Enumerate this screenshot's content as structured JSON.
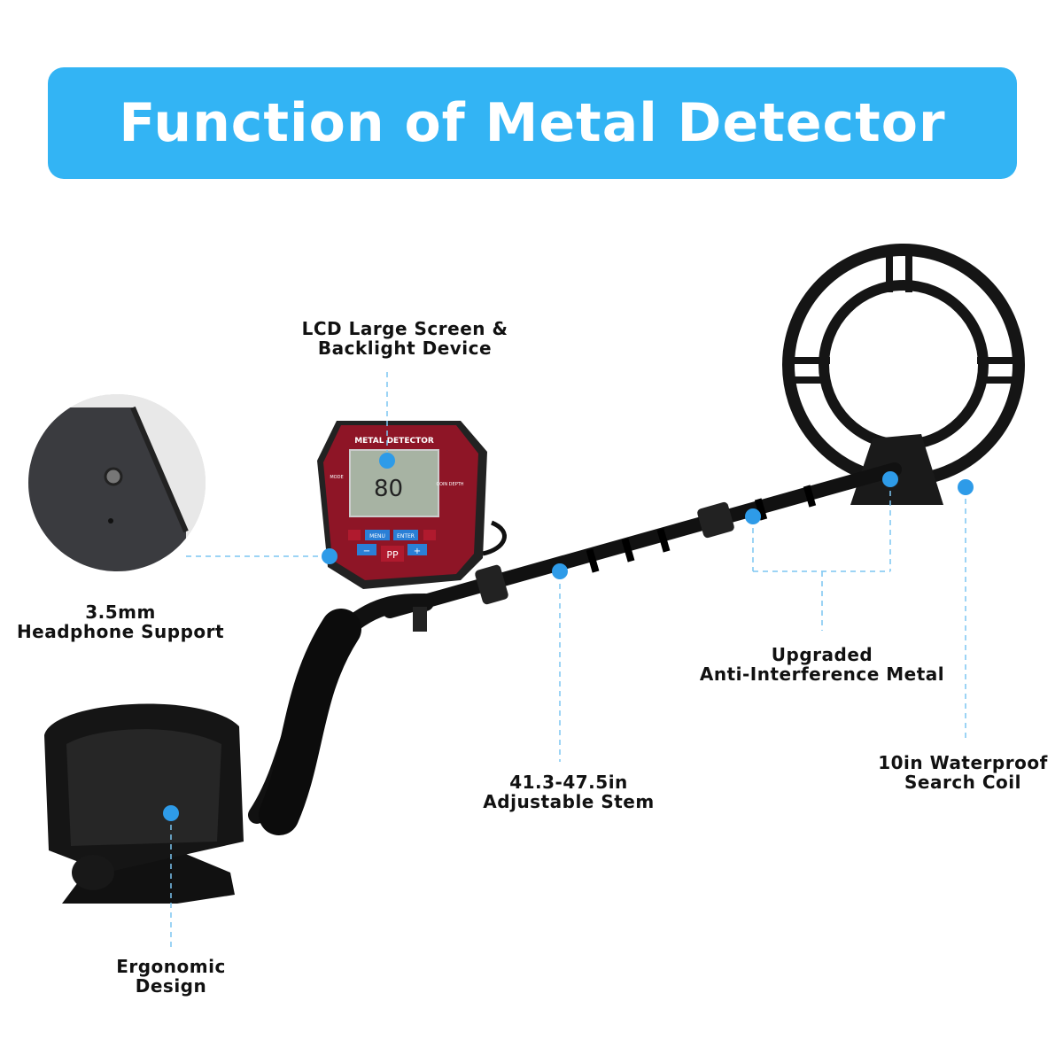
{
  "title": "Function of Metal Detector",
  "colors": {
    "banner": "#33b4f4",
    "callout_dot": "#2e9be8",
    "callout_line": "#7cc6f2",
    "control_box": "#8e1526"
  },
  "device": {
    "brand_text": "METAL DETECTOR",
    "mode_label": "MODE",
    "coin_depth_label": "COIN DEPTH",
    "display_value": "80",
    "buttons": {
      "menu": "MENU",
      "enter": "ENTER",
      "minus": "−",
      "plus": "+",
      "pp": "PP"
    }
  },
  "callouts": {
    "lcd": {
      "line1": "LCD Large Screen &",
      "line2": "Backlight Device"
    },
    "headphone": {
      "line1": "3.5mm",
      "line2": "Headphone Support"
    },
    "stem": {
      "line1": "41.3-47.5in",
      "line2": "Adjustable Stem"
    },
    "anti_interference": {
      "line1": "Upgraded",
      "line2": "Anti-Interference Metal"
    },
    "coil": {
      "line1": "10in Waterproof",
      "line2": "Search Coil"
    },
    "ergonomic": {
      "line1": "Ergonomic",
      "line2": "Design"
    }
  }
}
